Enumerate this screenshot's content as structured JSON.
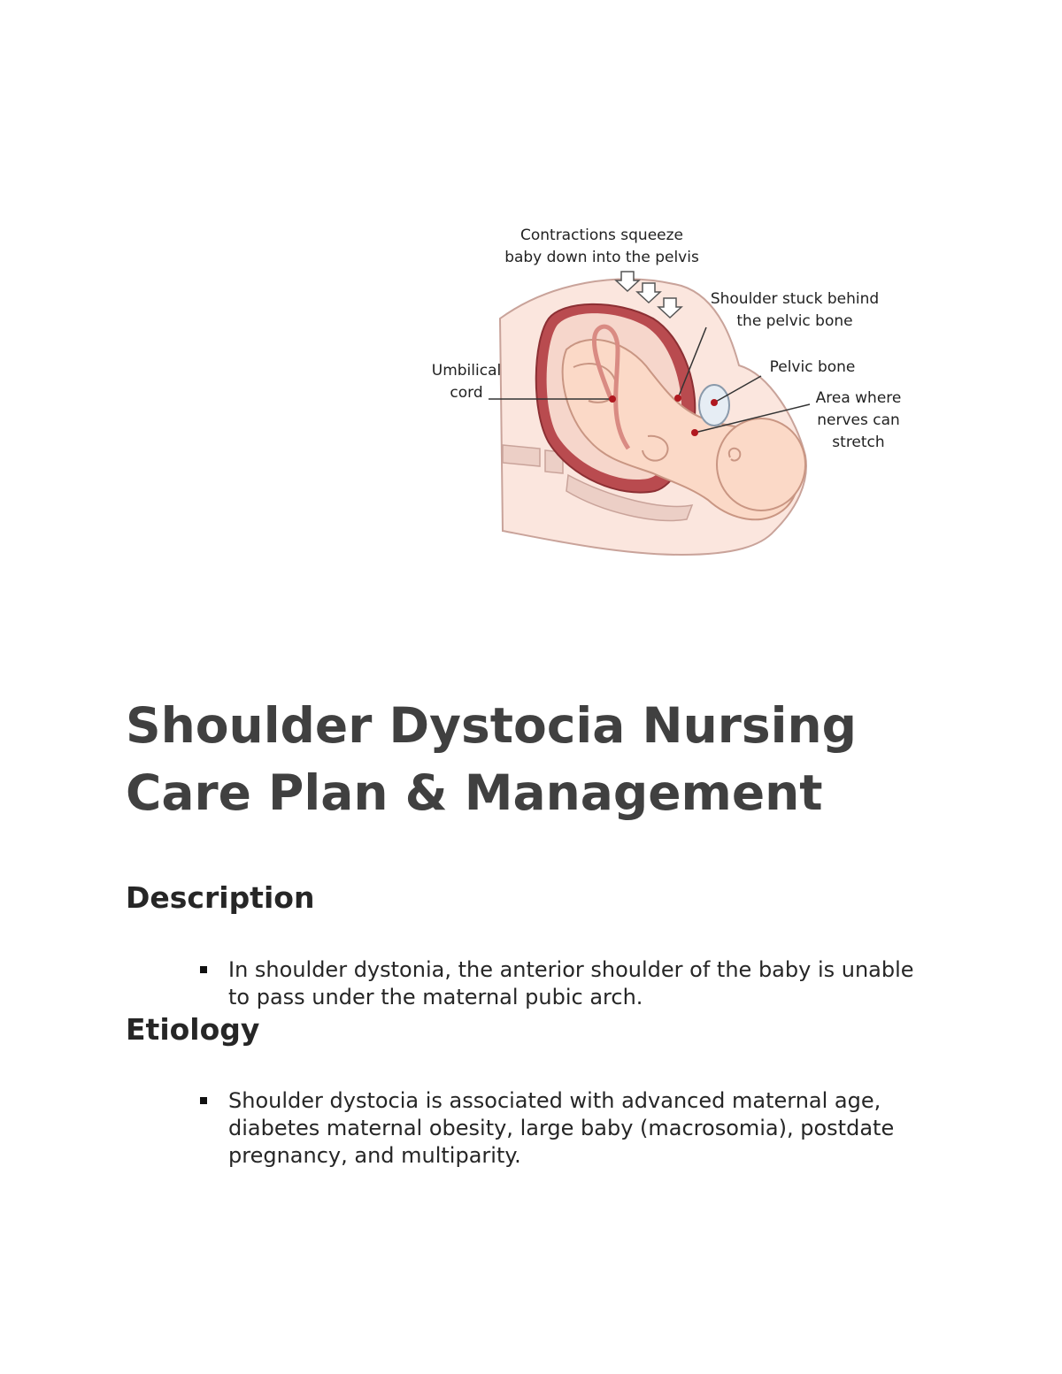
{
  "figure": {
    "labels": {
      "contractions_line1": "Contractions squeeze",
      "contractions_line2": "baby down into the pelvis",
      "shoulder_line1": "Shoulder stuck behind",
      "shoulder_line2": "the pelvic bone",
      "umbilical_line1": "Umbilical",
      "umbilical_line2": "cord",
      "pelvic_bone": "Pelvic bone",
      "area_line1": "Area where",
      "area_line2": "nerves can",
      "area_line3": "stretch"
    }
  },
  "title": {
    "line1": "Shoulder Dystocia Nursing",
    "line2": "Care Plan & Management"
  },
  "sections": {
    "description": {
      "heading": "Description",
      "items": [
        "In shoulder dystonia, the anterior shoulder of the baby is unable to pass under the maternal pubic arch."
      ]
    },
    "etiology": {
      "heading": "Etiology",
      "items": [
        "Shoulder dystocia is associated with advanced maternal age, diabetes maternal obesity, large baby (macrosomia), postdate pregnancy, and multiparity."
      ]
    }
  }
}
